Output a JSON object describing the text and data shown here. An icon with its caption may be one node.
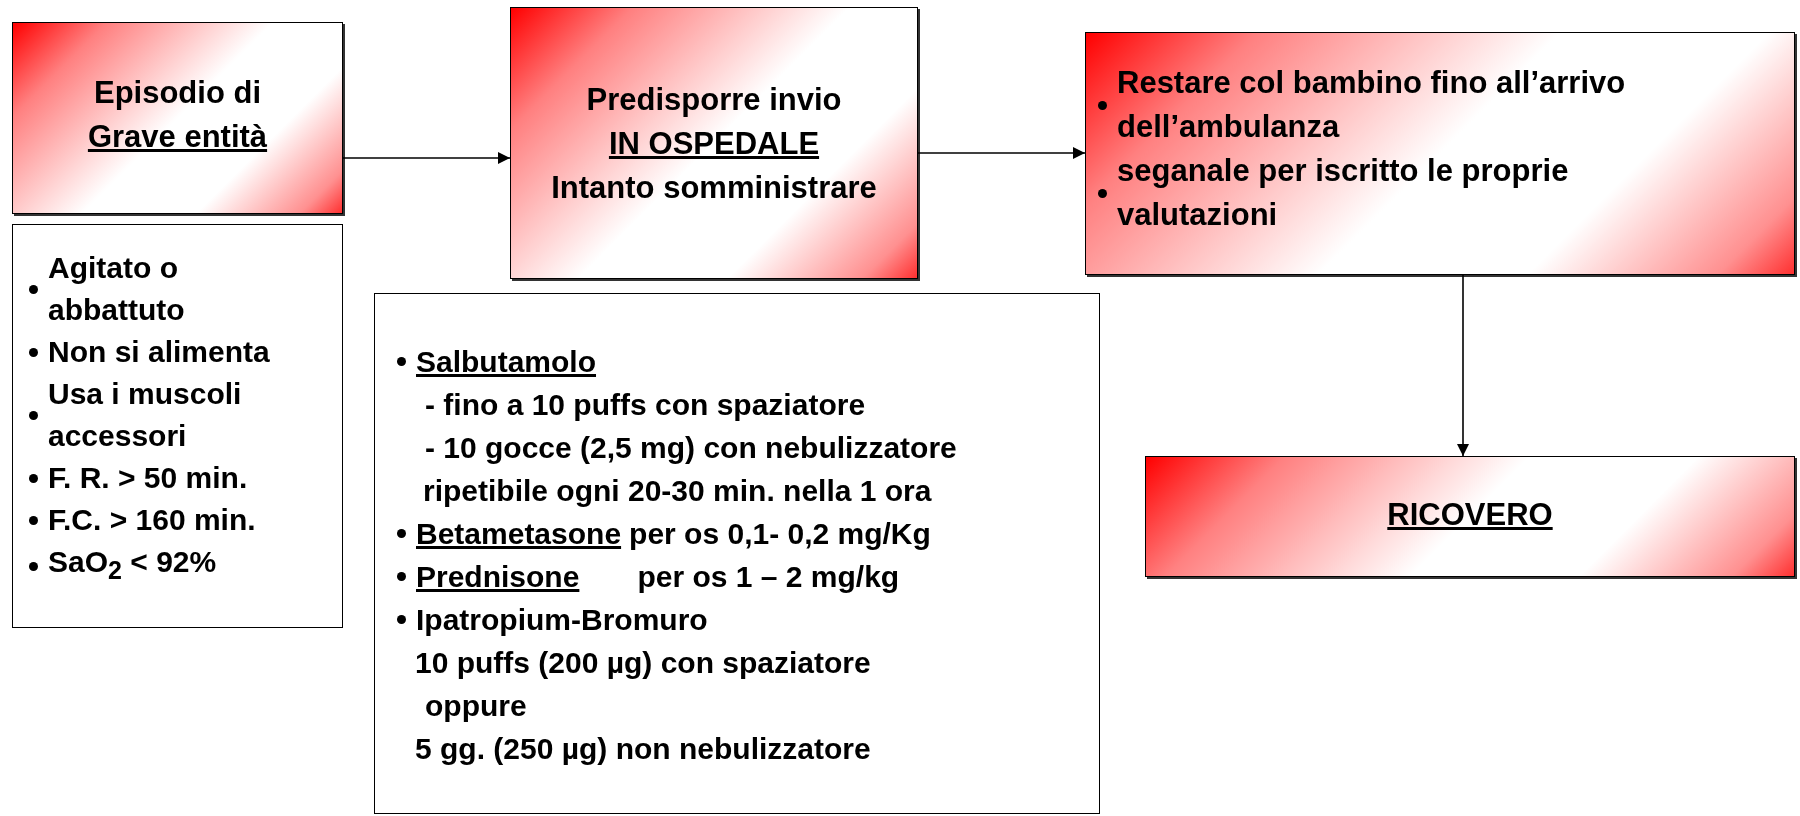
{
  "diagram": {
    "nodes": [
      {
        "text": [
          "Episodio di",
          "Grave  entità"
        ]
      },
      {
        "text": [
          "Agitato o abbattuto",
          "Non si alimenta",
          "Usa i muscoli accessori",
          "F. R. > 50 min.",
          "F.C. > 160 min.",
          "SaO$_{2}$ < 92%"
        ]
      },
      {
        "text": [
          "Predisporre invio",
          "IN OSPEDALE",
          "Intanto somministrare"
        ]
      },
      {
        "text": [
          "Salbutamolo",
          "- fino a 10 puffs con spaziatore",
          "- 10 gocce (2,5 mg) con nebulizzatore",
          "ripetibile ogni 20-30 min. nella 1 ora",
          "Betametasone",
          "per os 0,1- 0,2 mg/Kg",
          "Prednisone",
          "per os 1 – 2 mg/kg",
          "Ipatropium-Bromuro",
          "10 puffs (200 µg) con spaziatore",
          "oppure",
          "5 gg. (250 µg) non nebulizzatore"
        ]
      },
      {
        "text": [
          "Restare col bambino fino all’arrivo dell’ambulanza",
          "seganale per iscritto le proprie valutazioni"
        ]
      },
      {
        "text": [
          "RICOVERO"
        ]
      }
    ],
    "edges": [
      {
        "from": 0,
        "to": 2,
        "arrow": "to"
      },
      {
        "from": 2,
        "to": 4,
        "arrow": "to"
      },
      {
        "from": 4,
        "to": 5,
        "arrow": "to"
      }
    ]
  }
}
